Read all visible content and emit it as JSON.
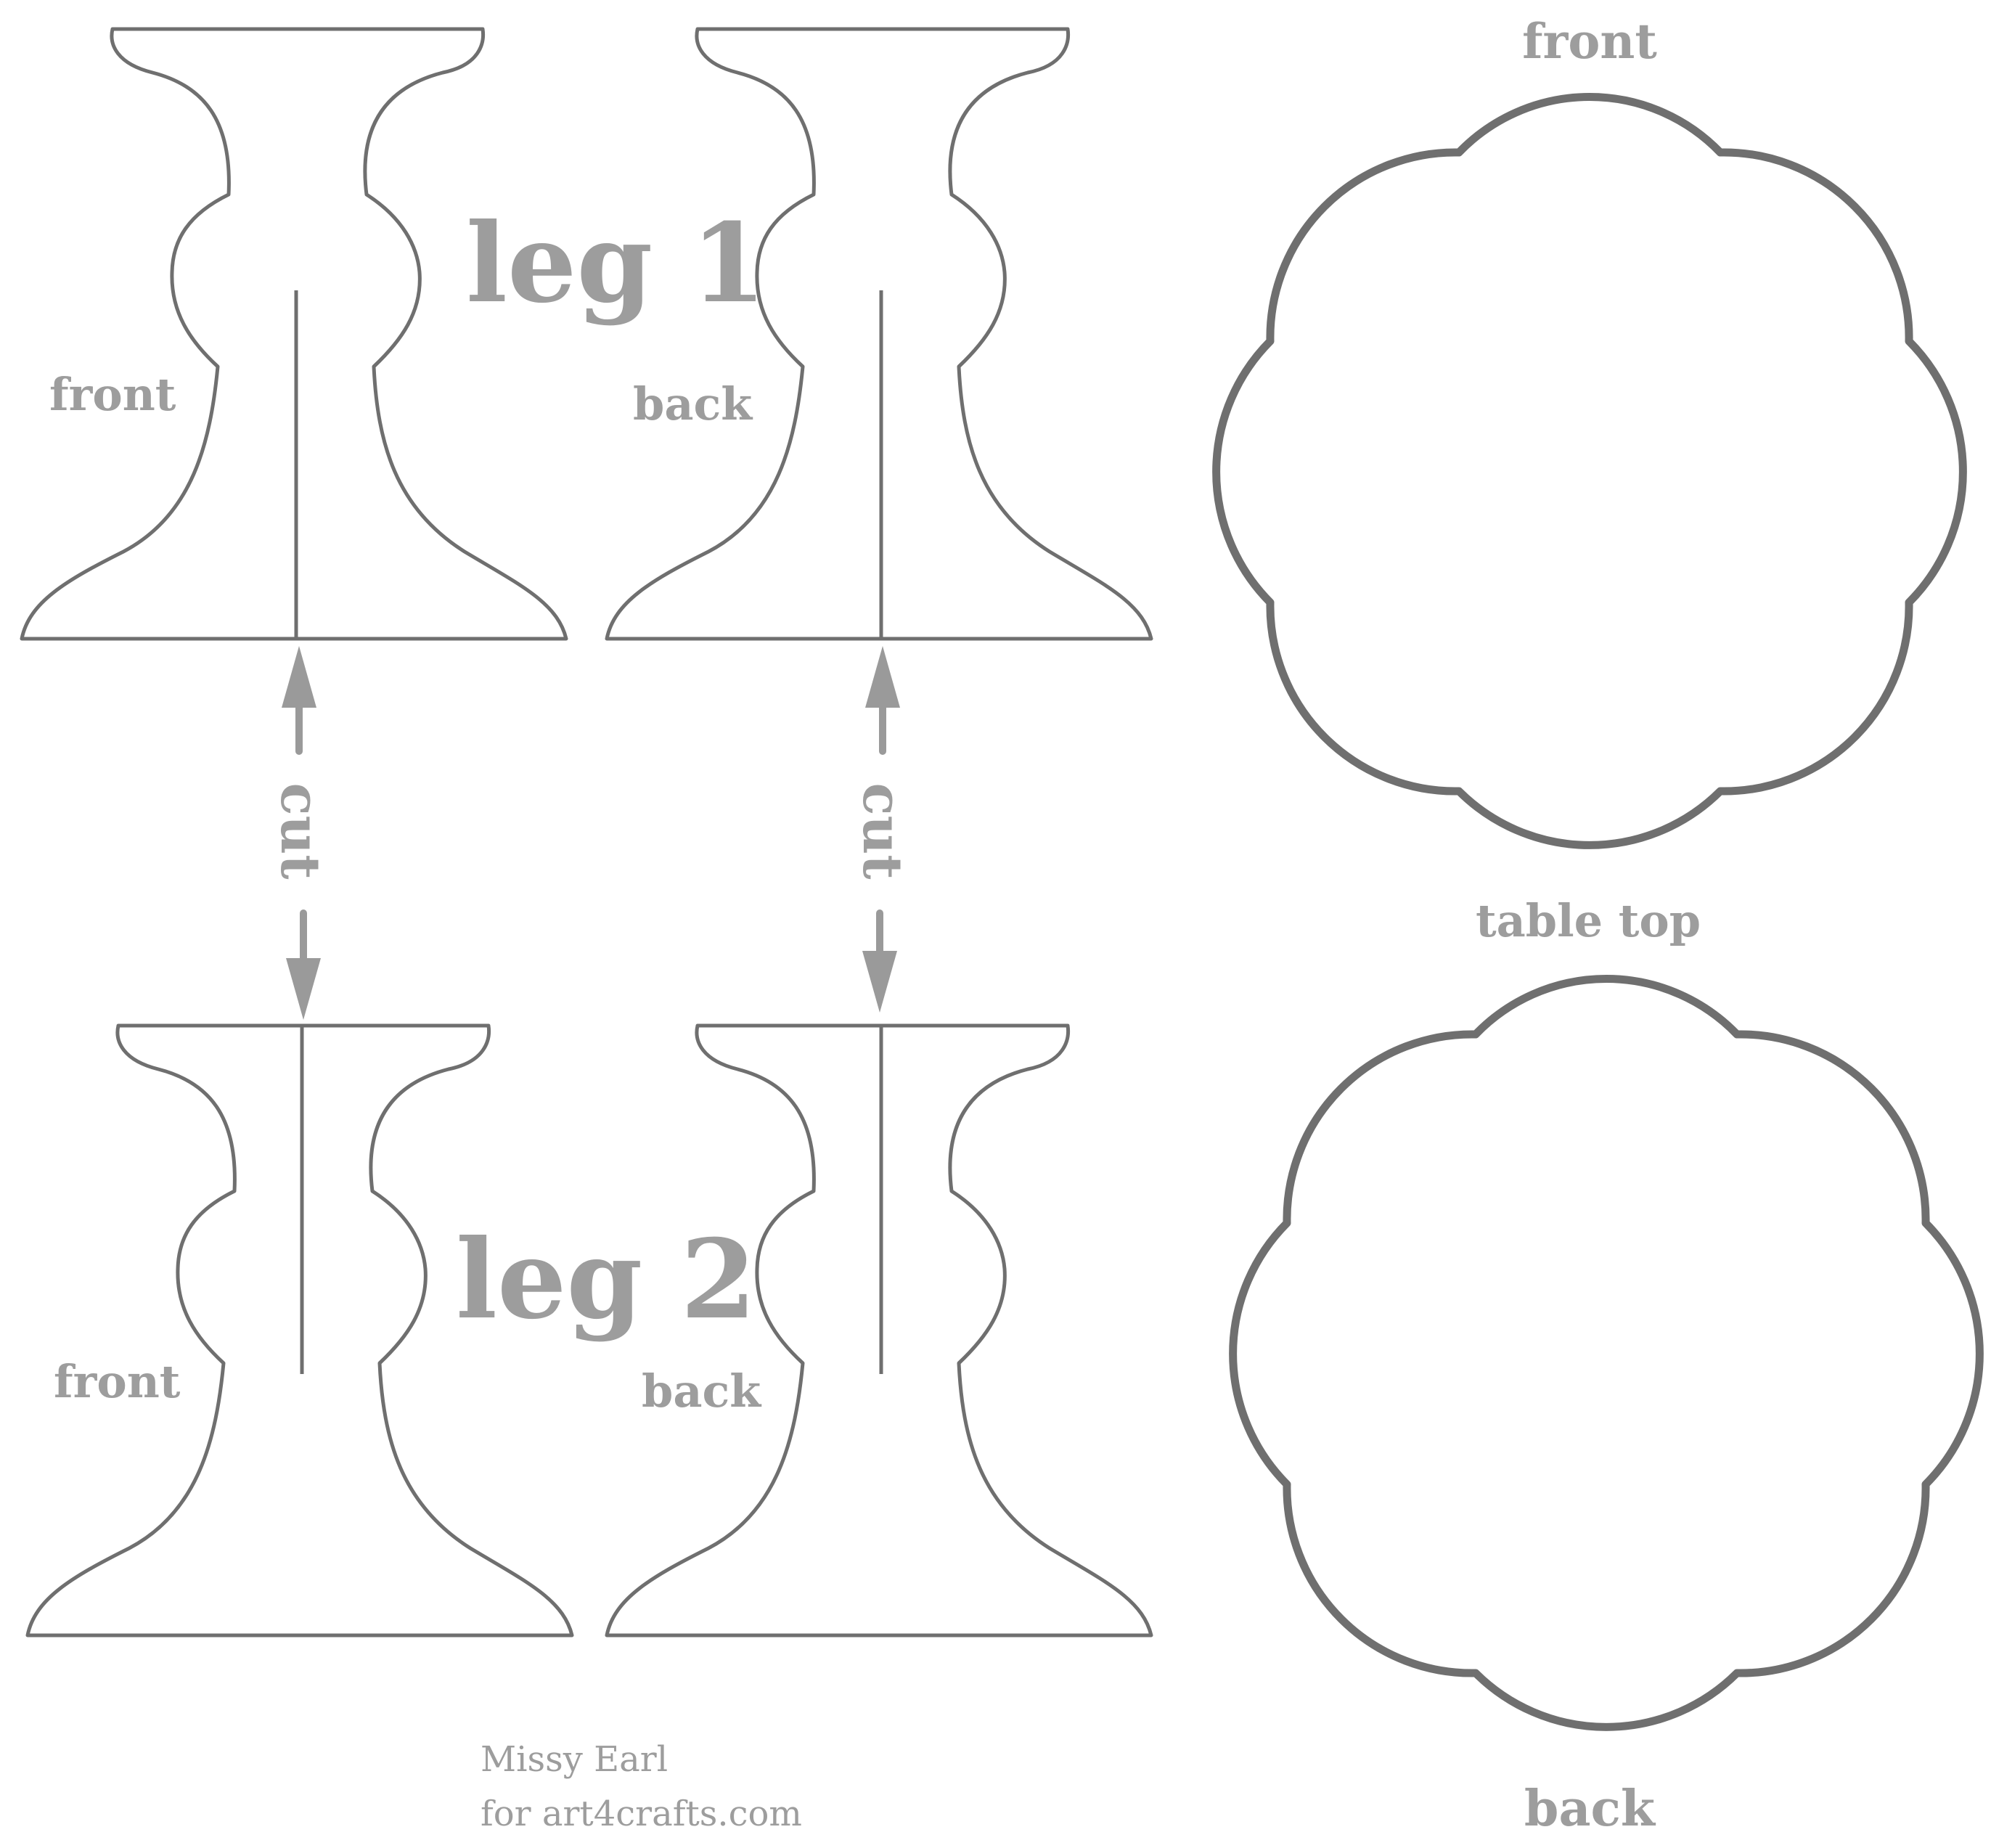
{
  "colors": {
    "outline": "#6f6f6f",
    "label": "#9d9d9d",
    "arrow": "#9a9a9a",
    "background": "#ffffff"
  },
  "leg1": {
    "title": "leg 1",
    "front_label": "front",
    "back_label": "back"
  },
  "leg2": {
    "title": "leg 2",
    "front_label": "front",
    "back_label": "back"
  },
  "cut_label": "cut",
  "table_top": {
    "title": "table top",
    "front_label": "front",
    "back_label": "back"
  },
  "credit": {
    "line1": "Missy Earl",
    "line2": "for art4crafts.com"
  }
}
